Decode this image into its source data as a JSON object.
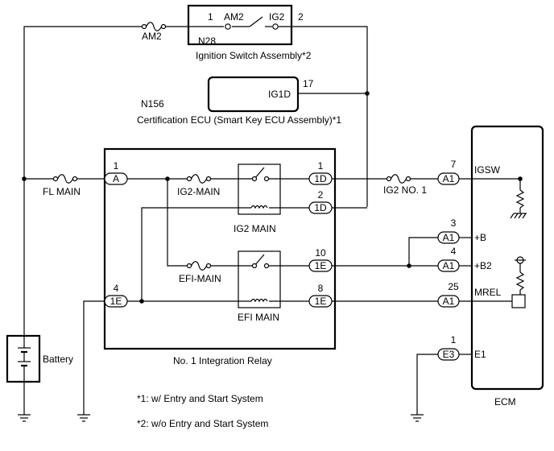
{
  "components": {
    "ignition_switch": {
      "code": "N28",
      "name": "Ignition Switch Assembly*2",
      "left_terminal": "AM2",
      "right_terminal": "IG2",
      "left_pin": "1",
      "right_pin": "2"
    },
    "certification_ecu": {
      "code": "N156",
      "name": "Certification ECU (Smart Key ECU Assembly)*1",
      "terminal": "IG1D",
      "pin": "17"
    },
    "integration_relay": {
      "name": "No. 1 Integration Relay",
      "connectors": {
        "a_in": {
          "pin": "1",
          "label": "A"
        },
        "d_out": {
          "pin": "1",
          "label": "1D"
        },
        "d_coil": {
          "pin": "2",
          "label": "1D"
        },
        "e_out": {
          "pin": "10",
          "label": "1E"
        },
        "e_coil": {
          "pin": "8",
          "label": "1E"
        },
        "e_gnd": {
          "pin": "4",
          "label": "1E"
        }
      },
      "relays": {
        "ig2_main": "IG2 MAIN",
        "efi_main": "EFI MAIN"
      },
      "fuses": {
        "ig2_main": "IG2-MAIN",
        "efi_main": "EFI-MAIN"
      }
    },
    "ecm": {
      "name": "ECM",
      "pins": [
        {
          "key": "igsw",
          "pin": "7",
          "conn": "A1",
          "term": "IGSW"
        },
        {
          "key": "b",
          "pin": "3",
          "conn": "A1",
          "term": "+B"
        },
        {
          "key": "b2",
          "pin": "4",
          "conn": "A1",
          "term": "+B2"
        },
        {
          "key": "mrel",
          "pin": "25",
          "conn": "A1",
          "term": "MREL"
        },
        {
          "key": "e1",
          "pin": "1",
          "conn": "E3",
          "term": "E1"
        }
      ]
    },
    "battery": {
      "name": "Battery"
    }
  },
  "fuses": {
    "am2": "AM2",
    "fl_main": "FL MAIN",
    "ig2_no1": "IG2 NO. 1"
  },
  "notes": [
    "*1: w/ Entry and Start System",
    "*2: w/o Entry and Start System"
  ]
}
